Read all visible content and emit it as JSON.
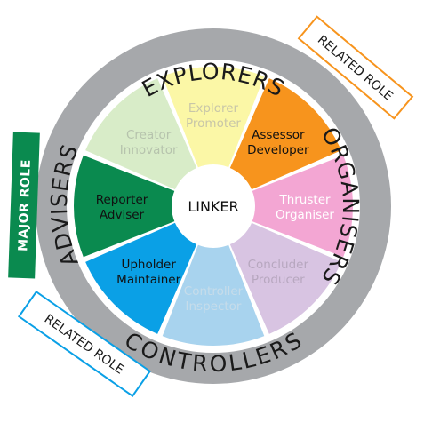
{
  "ring_labels": {
    "top": "EXPLORERS",
    "right": "ORGANISERS",
    "bottom": "CONTROLLERS",
    "left": "ADVISERS"
  },
  "center": {
    "label": "LINKER"
  },
  "segments": [
    {
      "id": "explorer-promoter",
      "line1": "Explorer",
      "line2": "Promoter",
      "fill": "#fbf7a6",
      "text_color": "#c8c6a8"
    },
    {
      "id": "assessor-developer",
      "line1": "Assessor",
      "line2": "Developer",
      "fill": "#f7941d",
      "text_color": "#111111"
    },
    {
      "id": "thruster-organiser",
      "line1": "Thruster",
      "line2": "Organiser",
      "fill": "#f3a6d3",
      "text_color": "#ffffff"
    },
    {
      "id": "concluder-producer",
      "line1": "Concluder",
      "line2": "Producer",
      "fill": "#d8c4e2",
      "text_color": "#b7a7bf"
    },
    {
      "id": "controller-inspector",
      "line1": "Controller",
      "line2": "Inspector",
      "fill": "#a8d3ee",
      "text_color": "#c6dcea"
    },
    {
      "id": "upholder-maintainer",
      "line1": "Upholder",
      "line2": "Maintainer",
      "fill": "#0aa0e6",
      "text_color": "#111111"
    },
    {
      "id": "reporter-adviser",
      "line1": "Reporter",
      "line2": "Adviser",
      "fill": "#0a8a4f",
      "text_color": "#111111"
    },
    {
      "id": "creator-innovator",
      "line1": "Creator",
      "line2": "Innovator",
      "fill": "#d8ecc8",
      "text_color": "#b6c3ad"
    }
  ],
  "tags": {
    "major": {
      "text": "MAJOR ROLE",
      "fill": "#0a8a4f"
    },
    "related_top": {
      "text": "RELATED ROLE",
      "border": "#f7941d"
    },
    "related_bottom": {
      "text": "RELATED ROLE",
      "border": "#0aa0e6"
    }
  },
  "colors": {
    "ring": "#a6a8ab",
    "ring_text": "#1a1a1a"
  }
}
